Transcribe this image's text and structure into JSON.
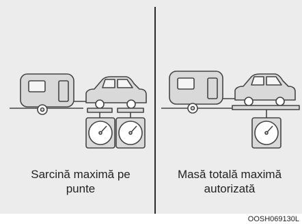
{
  "colors": {
    "background": "#ececec",
    "vehicle_fill": "#d9d9d9",
    "outline": "#444444",
    "divider": "#2a2a2a"
  },
  "left_panel": {
    "caption": "Sarcină maximă pe punte"
  },
  "right_panel": {
    "caption": "Masă totală maximă autorizată"
  },
  "figure_code": "OOSH069130L"
}
